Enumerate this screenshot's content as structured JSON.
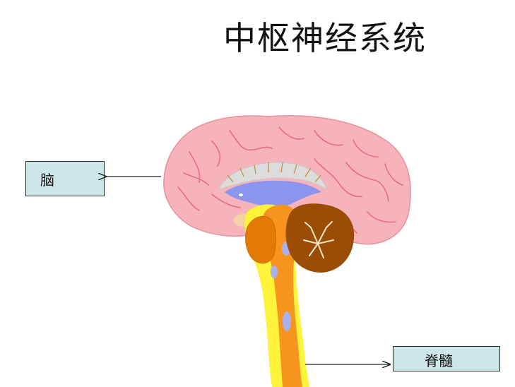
{
  "title": "中枢神经系统",
  "labels": {
    "brain": "脑",
    "spinal_cord": "脊髓"
  },
  "colors": {
    "cerebrum": "#f6b3bb",
    "sulci": "#e86e83",
    "ventricle": "#8c95ee",
    "corpus_callosum": "#dcdcdc",
    "cerebellum": "#9b4c05",
    "brainstem": "#f7941d",
    "spinal_outer": "#fff23a",
    "label_fill": "#cde6e8"
  }
}
